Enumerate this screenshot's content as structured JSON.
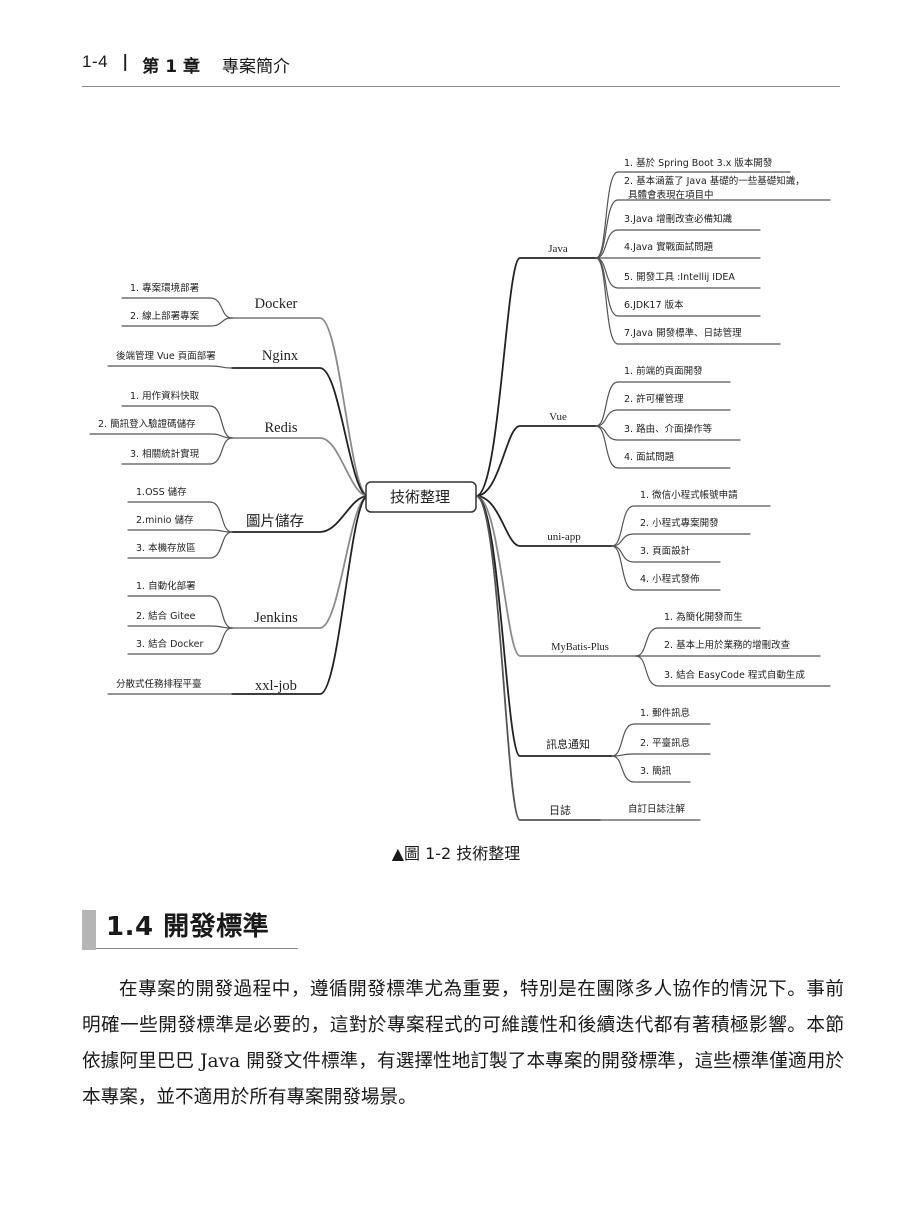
{
  "header": {
    "page_number": "1-4",
    "separator": "|",
    "chapter": "第 1 章",
    "chapter_title": "專案簡介"
  },
  "mindmap": {
    "root": "技術整理",
    "left_branches": [
      {
        "label": "Docker",
        "items": [
          "1. 專案環境部署",
          "2. 線上部署專案"
        ]
      },
      {
        "label": "Nginx",
        "items": [
          "後端管理 Vue 頁面部署"
        ]
      },
      {
        "label": "Redis",
        "items": [
          "1. 用作資料快取",
          "2. 簡訊登入驗證碼儲存",
          "3. 相關統計實現"
        ]
      },
      {
        "label": "圖片儲存",
        "items": [
          "1.OSS 儲存",
          "2.minio 儲存",
          "3. 本機存放區"
        ]
      },
      {
        "label": "Jenkins",
        "items": [
          "1. 自動化部署",
          "2. 結合 Gitee",
          "3. 結合 Docker"
        ]
      },
      {
        "label": "xxl-job",
        "items": [
          "分散式任務排程平臺"
        ]
      }
    ],
    "right_branches": [
      {
        "label": "Java",
        "items": [
          "1. 基於 Spring Boot 3.x 版本開發",
          "2. 基本涵蓋了 Java 基礎的一些基礎知識，",
          "具體會表現在項目中",
          "3.Java 增刪改查必備知識",
          "4.Java 實戰面試問題",
          "5. 開發工具 :Intellij IDEA",
          "6.JDK17 版本",
          "7.Java 開發標準、日誌管理"
        ]
      },
      {
        "label": "Vue",
        "items": [
          "1. 前端的頁面開發",
          "2. 許可權管理",
          "3. 路由、介面操作等",
          "4. 面試問題"
        ]
      },
      {
        "label": "uni-app",
        "items": [
          "1. 微信小程式帳號申請",
          "2. 小程式專案開發",
          "3. 頁面設計",
          "4. 小程式發佈"
        ]
      },
      {
        "label": "MyBatis-Plus",
        "items": [
          "1. 為簡化開發而生",
          "2. 基本上用於業務的增刪改查",
          "3. 結合 EasyCode 程式自動生成"
        ]
      },
      {
        "label": "訊息通知",
        "items": [
          "1. 郵件訊息",
          "2. 平臺訊息",
          "3. 簡訊"
        ]
      },
      {
        "label": "日誌",
        "items": [
          "自訂日誌注解"
        ]
      }
    ]
  },
  "figure_caption": "▲圖 1-2  技術整理",
  "section": {
    "title": "1.4  開發標準"
  },
  "paragraph": "在專案的開發過程中，遵循開發標準尤為重要，特別是在團隊多人協作的情況下。事前明確一些開發標準是必要的，這對於專案程式的可維護性和後續迭代都有著積極影響。本節依據阿里巴巴 Java 開發文件標準，有選擇性地訂製了本專案的開發標準，這些標準僅適用於本專案，並不適用於所有專案開發場景。"
}
